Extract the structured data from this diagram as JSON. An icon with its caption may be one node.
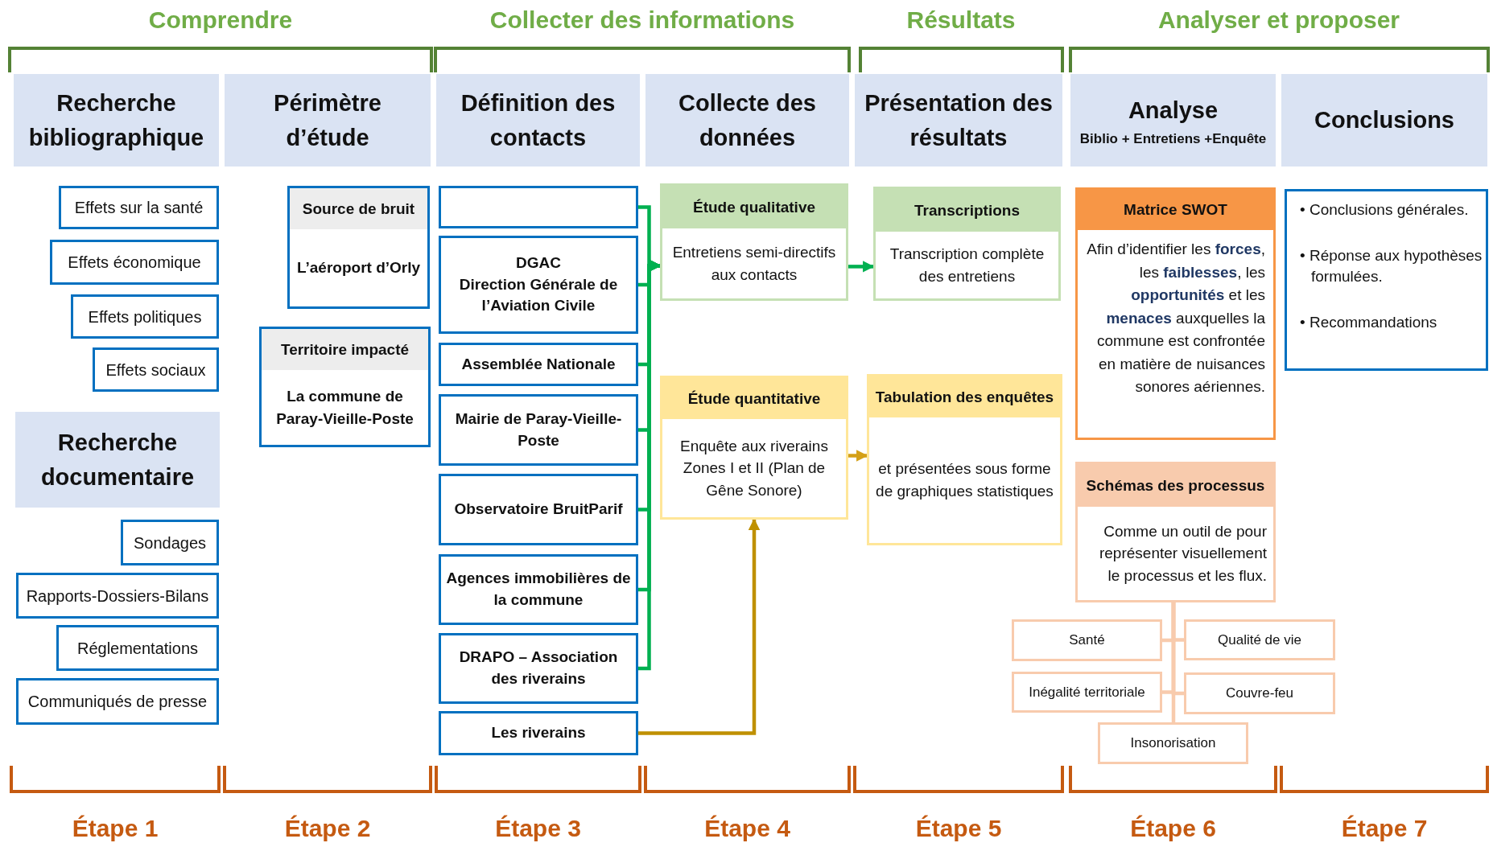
{
  "diagram": {
    "nodes": [
      {
        "text": [
          "Recherche bibliographique"
        ]
      },
      {
        "text": [
          "Effets sur la santé"
        ]
      },
      {
        "text": [
          "Effets économique"
        ]
      },
      {
        "text": [
          "Effets politiques"
        ]
      },
      {
        "text": [
          "Effets sociaux"
        ]
      },
      {
        "text": [
          "Recherche documentaire"
        ]
      },
      {
        "text": [
          "Sondages"
        ]
      },
      {
        "text": [
          "Rapports-Dossiers-Bilans"
        ]
      },
      {
        "text": [
          "Réglementations"
        ]
      },
      {
        "text": [
          "Communiqués de presse"
        ]
      },
      {
        "text": [
          "Périmètre d’étude"
        ]
      },
      {
        "text": [
          "Source de bruit",
          "L’aéroport d’Orly"
        ]
      },
      {
        "text": [
          "Territoire impacté",
          "La commune de Paray-Vieille-Poste"
        ]
      },
      {
        "text": [
          "Définition des contacts"
        ]
      },
      {
        "text": [],
        "shape": "box"
      },
      {
        "text": [
          "DGAC",
          "Direction Générale de l’Aviation Civile"
        ]
      },
      {
        "text": [
          "Assemblée Nationale"
        ]
      },
      {
        "text": [
          "Mairie de Paray-Vieille-Poste"
        ]
      },
      {
        "text": [
          "Observatoire BruitParif"
        ]
      },
      {
        "text": [
          "Agences immobilières de la commune"
        ]
      },
      {
        "text": [
          "DRAPO – Association des riverains"
        ]
      },
      {
        "text": [
          "Les riverains"
        ]
      },
      {
        "text": [
          "Collecte des données"
        ]
      },
      {
        "text": [
          "Étude qualitative",
          "Entretiens semi-directifs aux contacts"
        ]
      },
      {
        "text": [
          "Étude quantitative",
          "Enquête aux riverains Zones I et II (Plan de Gêne Sonore)"
        ]
      },
      {
        "text": [
          "Présentation des résultats"
        ]
      },
      {
        "text": [
          "Transcriptions",
          "Transcription complète des entretiens"
        ]
      },
      {
        "text": [
          "Tabulation des enquêtes",
          "et présentées sous forme de graphiques statistiques"
        ]
      },
      {
        "text": [
          "Analyse",
          "Biblio + Entretiens +Enquête"
        ]
      },
      {
        "text": [
          "Matrice SWOT",
          "Afin d’identifier les **forces**, les **faiblesses**, les **opportunités** et les **menaces** auxquelles la commune est confrontée en matière de nuisances sonores aériennes."
        ]
      },
      {
        "text": [
          "Schémas des processus",
          "Comme un outil de pour représenter visuellement le processus et les flux."
        ]
      },
      {
        "text": [
          "Santé"
        ]
      },
      {
        "text": [
          "Qualité de vie"
        ]
      },
      {
        "text": [
          "Inégalité territoriale"
        ]
      },
      {
        "text": [
          "Couvre-feu"
        ]
      },
      {
        "text": [
          "Insonorisation"
        ]
      },
      {
        "text": [
          "Conclusions"
        ]
      },
      {
        "text": [
          "• Conclusions générales.",
          "• Réponse aux hypothèses formulées.",
          "• Recommandations"
        ]
      }
    ],
    "edges": [
      {
        "from": 14,
        "to": 23,
        "arrow": "to"
      },
      {
        "from": 15,
        "to": 23,
        "arrow": "to"
      },
      {
        "from": 16,
        "to": 23,
        "arrow": "to"
      },
      {
        "from": 17,
        "to": 23,
        "arrow": "to"
      },
      {
        "from": 18,
        "to": 23,
        "arrow": "to"
      },
      {
        "from": 19,
        "to": 23,
        "arrow": "to"
      },
      {
        "from": 20,
        "to": 23,
        "arrow": "to"
      },
      {
        "from": 23,
        "to": 26,
        "arrow": "to"
      },
      {
        "from": 21,
        "to": 24,
        "arrow": "to",
        "color": "#bf9000"
      },
      {
        "from": 24,
        "to": 27,
        "arrow": "to",
        "color": "#d4a017"
      },
      {
        "from": 30,
        "to": 31,
        "arrow": "none",
        "color": "#f8cbad"
      },
      {
        "from": 30,
        "to": 32,
        "arrow": "none",
        "color": "#f8cbad"
      },
      {
        "from": 30,
        "to": 33,
        "arrow": "none",
        "color": "#f8cbad"
      },
      {
        "from": 30,
        "to": 34,
        "arrow": "none",
        "color": "#f8cbad"
      },
      {
        "from": 30,
        "to": 35,
        "arrow": "none",
        "color": "#f8cbad"
      }
    ],
    "labels": [
      "Comprendre",
      "Collecter des informations",
      "Résultats",
      "Analyser et proposer",
      "Étape 1",
      "Étape 2",
      "Étape 3",
      "Étape 4",
      "Étape 5",
      "Étape 6",
      "Étape 7"
    ]
  }
}
